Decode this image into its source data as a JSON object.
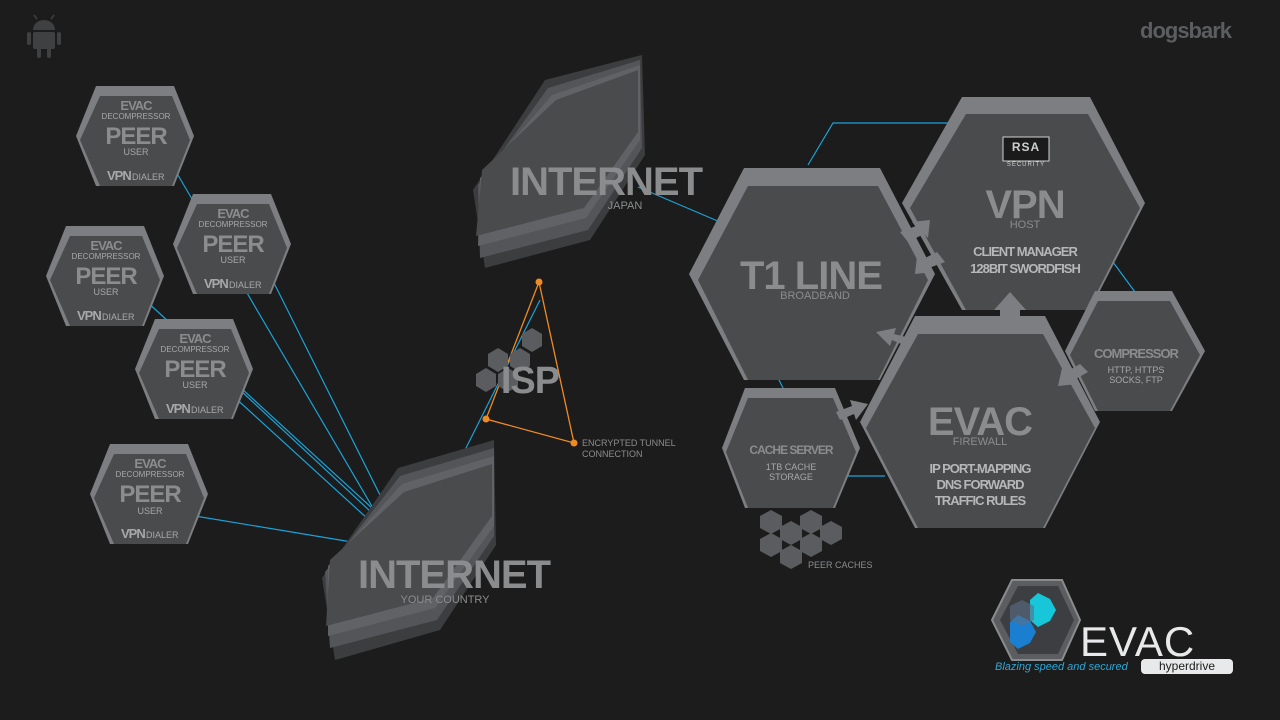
{
  "brand": "dogsbark",
  "peers": [
    {
      "top": "EVAC",
      "sub": "DECOMPRESSOR",
      "title": "PEER",
      "role": "USER",
      "vpn": "VPN",
      "dialer": "DIALER"
    },
    {
      "top": "EVAC",
      "sub": "DECOMPRESSOR",
      "title": "PEER",
      "role": "USER",
      "vpn": "VPN",
      "dialer": "DIALER"
    },
    {
      "top": "EVAC",
      "sub": "DECOMPRESSOR",
      "title": "PEER",
      "role": "USER",
      "vpn": "VPN",
      "dialer": "DIALER"
    },
    {
      "top": "EVAC",
      "sub": "DECOMPRESSOR",
      "title": "PEER",
      "role": "USER",
      "vpn": "VPN",
      "dialer": "DIALER"
    },
    {
      "top": "EVAC",
      "sub": "DECOMPRESSOR",
      "title": "PEER",
      "role": "USER",
      "vpn": "VPN",
      "dialer": "DIALER"
    }
  ],
  "internet_japan": {
    "title": "INTERNET",
    "sub": "JAPAN"
  },
  "internet_country": {
    "title": "INTERNET",
    "sub": "YOUR COUNTRY"
  },
  "isp": {
    "title": "ISP"
  },
  "tunnel": {
    "line1": "ENCRYPTED TUNNEL",
    "line2": "CONNECTION"
  },
  "t1": {
    "title": "T1 LINE",
    "sub": "BROADBAND"
  },
  "vpn": {
    "logo": "RSA",
    "logo_sub": "SECURITY",
    "title": "VPN",
    "sub": "HOST",
    "line1": "CLIENT MANAGER",
    "line2": "128BIT SWORDFISH"
  },
  "compressor": {
    "title": "COMPRESSOR",
    "line1": "HTTP, HTTPS",
    "line2": "SOCKS, FTP"
  },
  "firewall": {
    "title": "EVAC",
    "sub": "FIREWALL",
    "line1": "IP PORT-MAPPING",
    "line2": "DNS FORWARD",
    "line3": "TRAFFIC RULES"
  },
  "cache": {
    "title": "CACHE SERVER",
    "line1": "1TB CACHE",
    "line2": "STORAGE"
  },
  "peer_caches": {
    "label": "PEER CACHES"
  },
  "product": {
    "name": "EVAC",
    "tagline": "Blazing speed and secured",
    "badge": "hyperdrive"
  },
  "colors": {
    "background": "#1c1c1c",
    "hex_fill": "#4a4b4d",
    "hex_rim": "#7c7e81",
    "link_blue": "#1aa3d9",
    "tunnel_orange": "#f08a24",
    "logo_cyan": "#17c6d8"
  }
}
